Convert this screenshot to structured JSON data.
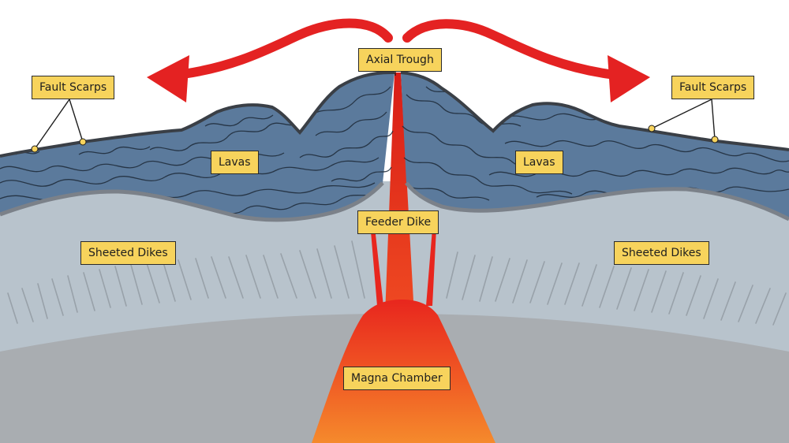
{
  "colors": {
    "sky": "#ffffff",
    "lava_fill": "#5b7a9c",
    "lava_edge": "#3a3f46",
    "dike_zone": "#b8c3cc",
    "lower_crust": "#a9adb1",
    "magma_outer": "#f07a2a",
    "magma_inner": "#e8261e",
    "arrow": "#e42222",
    "label_fill": "#f7d35c"
  },
  "labels": {
    "axial_trough": "Axial Trough",
    "fault_scarps_left": "Fault Scarps",
    "fault_scarps_right": "Fault Scarps",
    "lavas_left": "Lavas",
    "lavas_right": "Lavas",
    "feeder_dike": "Feeder Dike",
    "sheeted_dikes_left": "Sheeted Dikes",
    "sheeted_dikes_right": "Sheeted Dikes",
    "magma_chamber": "Magna Chamber"
  }
}
